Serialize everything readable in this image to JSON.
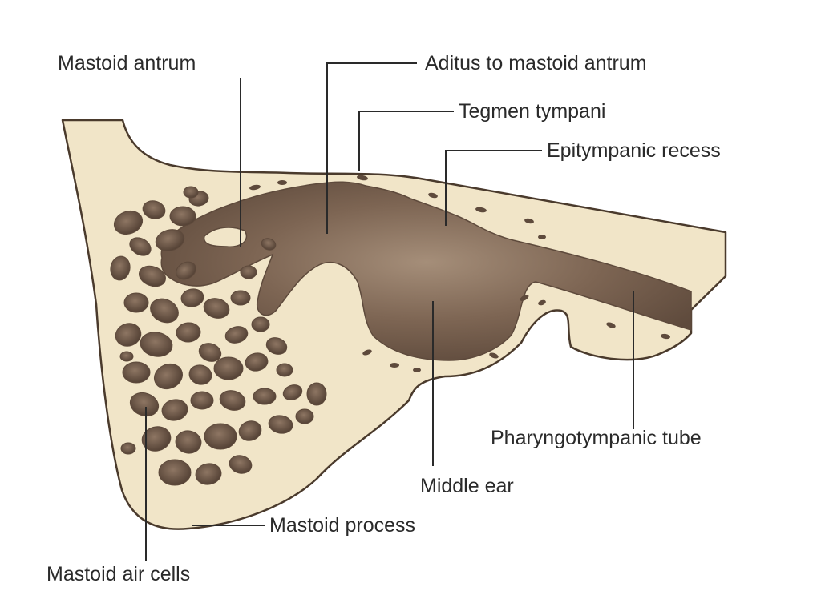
{
  "colors": {
    "bone": "#f1e5c8",
    "bone_outline": "#4a3a2c",
    "cavity": "#7d6553",
    "cavity_dark": "#5e4a3c",
    "cavity_light": "#9b8470",
    "leader_line": "#2a2a2a",
    "label_text": "#2a2a2a",
    "background": "#ffffff"
  },
  "labels": {
    "mastoid_antrum": "Mastoid antrum",
    "aditus": "Aditus to mastoid antrum",
    "tegmen_tympani": "Tegmen tympani",
    "epitympanic_recess": "Epitympanic recess",
    "pharyngotympanic_tube": "Pharyngotympanic tube",
    "middle_ear": "Middle ear",
    "mastoid_process": "Mastoid process",
    "mastoid_air_cells": "Mastoid air cells"
  }
}
